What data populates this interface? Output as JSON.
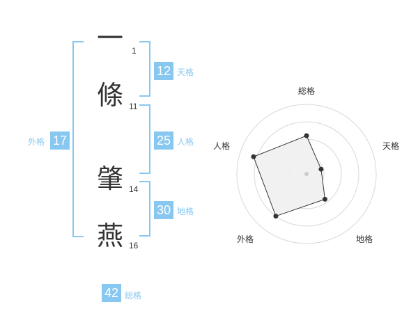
{
  "name_chars": [
    {
      "char": "一",
      "strokes": "1"
    },
    {
      "char": "條",
      "strokes": "11"
    },
    {
      "char": "肇",
      "strokes": "14"
    },
    {
      "char": "燕",
      "strokes": "16"
    }
  ],
  "kakusu": {
    "tenkaku": {
      "value": "12",
      "label": "天格"
    },
    "jinkaku": {
      "value": "25",
      "label": "人格"
    },
    "chikaku": {
      "value": "30",
      "label": "地格"
    },
    "gaikaku": {
      "value": "17",
      "label": "外格"
    },
    "soukaku": {
      "value": "42",
      "label": "総格"
    }
  },
  "radar": {
    "axes": [
      "総格",
      "天格",
      "地格",
      "外格",
      "人格"
    ],
    "levels": 4,
    "values": [
      0.55,
      0.22,
      0.45,
      0.75,
      0.8
    ],
    "fill_color": "#f0f0f0",
    "line_color": "#333333",
    "ring_color": "#d8d8d8"
  },
  "colors": {
    "accent": "#88c8f0",
    "text": "#333333"
  }
}
